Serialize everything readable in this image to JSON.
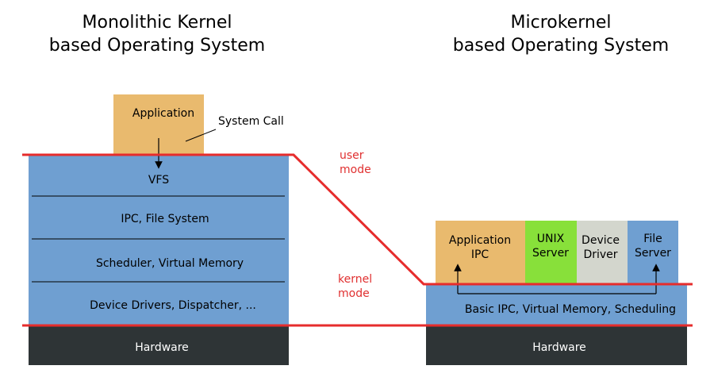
{
  "left": {
    "title_line1": "Monolithic Kernel",
    "title_line2": "based Operating System",
    "application": "Application",
    "system_call": "System Call",
    "layers": [
      "VFS",
      "IPC, File System",
      "Scheduler, Virtual Memory",
      "Device Drivers, Dispatcher, ..."
    ],
    "hardware": "Hardware"
  },
  "right": {
    "title_line1": "Microkernel",
    "title_line2": "based Operating System",
    "servers": [
      {
        "line1": "Application",
        "line2": "IPC"
      },
      {
        "line1": "UNIX",
        "line2": "Server"
      },
      {
        "line1": "Device",
        "line2": "Driver"
      },
      {
        "line1": "File",
        "line2": "Server"
      }
    ],
    "kernel": "Basic IPC, Virtual Memory, Scheduling",
    "hardware": "Hardware"
  },
  "modes": {
    "user_line1": "user",
    "user_line2": "mode",
    "kernel_line1": "kernel",
    "kernel_line2": "mode"
  },
  "colors": {
    "kernel_blue": "#6f9fd1",
    "app_orange": "#e9ba6e",
    "unix_green": "#88e03a",
    "driver_gray": "#d3d6cd",
    "hardware_dark": "#2e3436",
    "boundary_red": "#e62c2c"
  }
}
